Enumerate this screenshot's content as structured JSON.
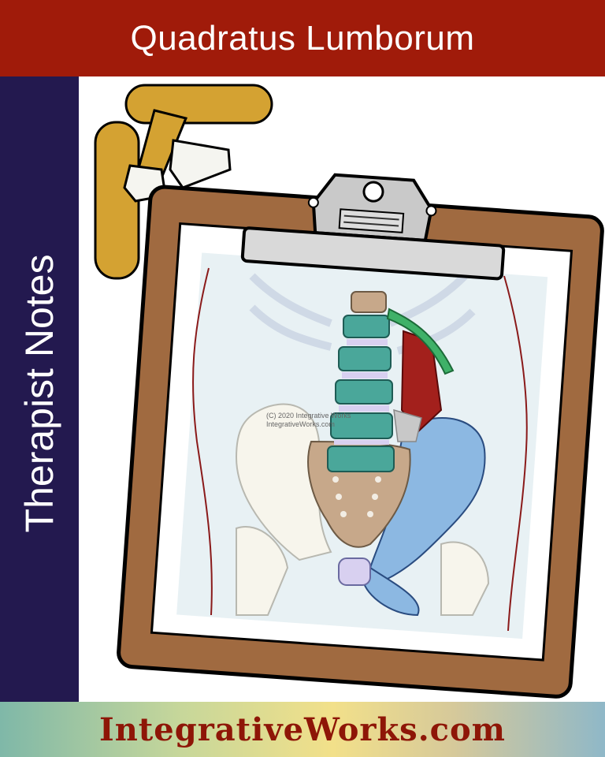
{
  "header": {
    "title": "Quadratus Lumborum"
  },
  "sidebar": {
    "label": "Therapist Notes"
  },
  "footer": {
    "site": "IntegrativeWorks.com"
  },
  "illustration": {
    "watermark_line1": "(C) 2020 Integrative Works",
    "watermark_line2": "IntegrativeWorks.com"
  },
  "colors": {
    "header_red": "#a01b0a",
    "sidebar_navy": "#23194f",
    "clipboard_brown": "#a06a40",
    "spine_teal": "#4aa79a",
    "pelvis_blue": "#8cb8e2",
    "sacrum_tan": "#c7a88a",
    "muscle_red": "#a3201c",
    "highlight_green": "#3fb168"
  },
  "icons": [
    "t-bar-massage-tool",
    "clipboard"
  ]
}
